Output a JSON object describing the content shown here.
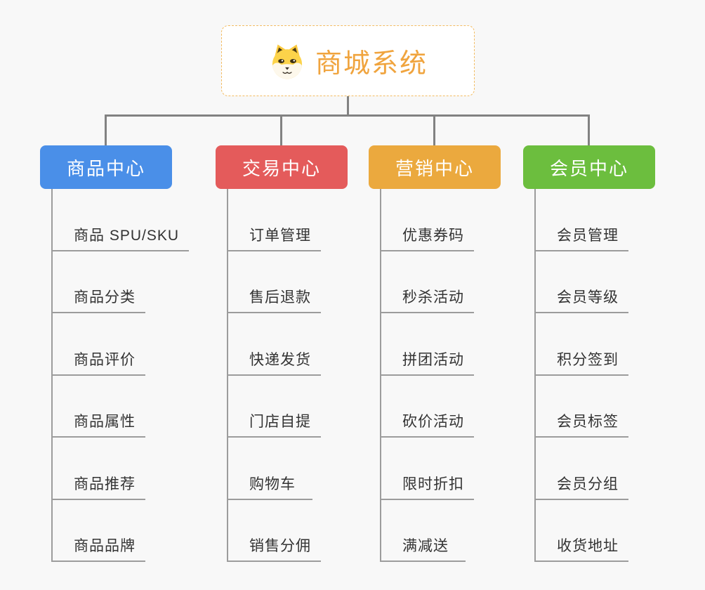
{
  "page": {
    "background": "#f8f8f8",
    "connector_color": "#828282"
  },
  "root": {
    "title": "商城系统",
    "icon": "dog-face-icon",
    "title_color": "#f0a43e",
    "border_color": "#f3bc62"
  },
  "branches": [
    {
      "label": "商品中心",
      "color": "#4a8fe8",
      "children": [
        "商品 SPU/SKU",
        "商品分类",
        "商品评价",
        "商品属性",
        "商品推荐",
        "商品品牌"
      ]
    },
    {
      "label": "交易中心",
      "color": "#e45b5b",
      "children": [
        "订单管理",
        "售后退款",
        "快递发货",
        "门店自提",
        "购物车",
        "销售分佣"
      ]
    },
    {
      "label": "营销中心",
      "color": "#eba93e",
      "children": [
        "优惠券码",
        "秒杀活动",
        "拼团活动",
        "砍价活动",
        "限时折扣",
        "满减送"
      ]
    },
    {
      "label": "会员中心",
      "color": "#6cbe3e",
      "children": [
        "会员管理",
        "会员等级",
        "积分签到",
        "会员标签",
        "会员分组",
        "收货地址"
      ]
    }
  ]
}
